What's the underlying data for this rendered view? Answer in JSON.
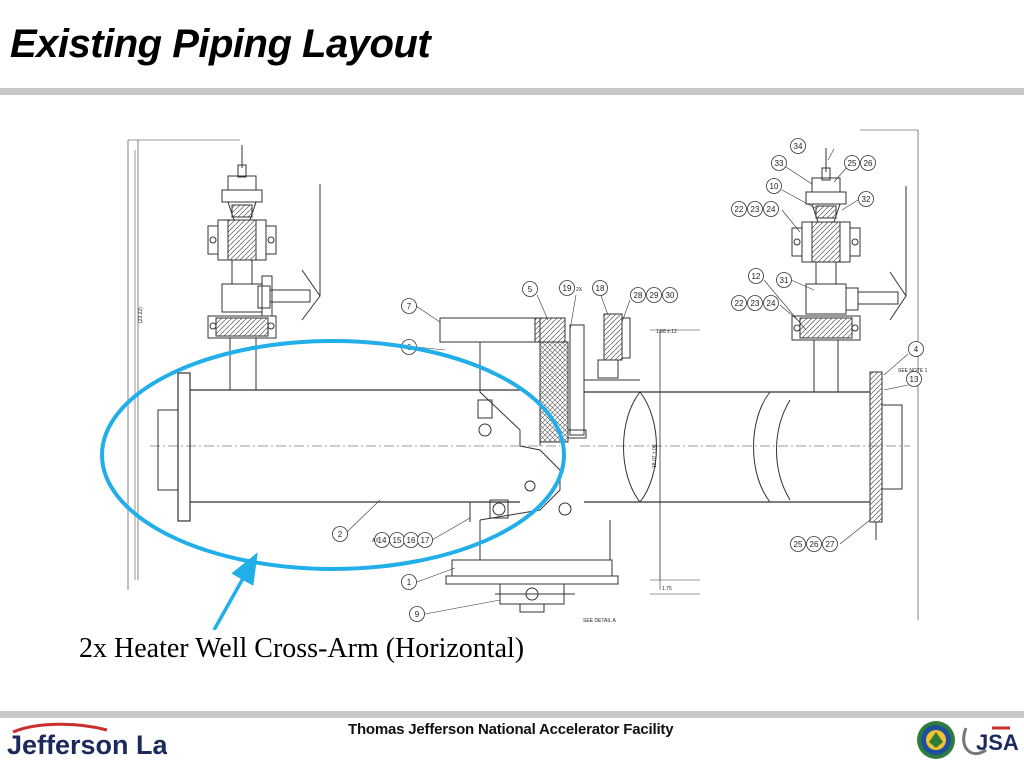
{
  "slide": {
    "title": "Existing Piping Layout",
    "caption": "2x Heater Well Cross-Arm (Horizontal)"
  },
  "footer": {
    "organization": "Thomas Jefferson National Accelerator Facility",
    "logo_text": "Jefferson Lab",
    "jsa_text": "JSA"
  },
  "drawing": {
    "balloons": {
      "b7": "7",
      "b6": "6",
      "b2": "2",
      "b1": "1",
      "b9": "9",
      "b5": "5",
      "b19": "19",
      "b18": "18",
      "b28": "28",
      "b29": "29",
      "b30": "30",
      "b4": "4",
      "b13": "13",
      "b34": "34",
      "b33": "33",
      "b25a": "25",
      "b26a": "26",
      "b10": "10",
      "b32": "32",
      "b22a": "22",
      "b23a": "23",
      "b24a": "24",
      "b12": "12",
      "b31": "31",
      "b22b": "22",
      "b23b": "23",
      "b24b": "24",
      "b14": "14",
      "b15": "15",
      "b16": "16",
      "b17": "17",
      "b25b": "25",
      "b26b": "26",
      "b27": "27"
    },
    "labels": {
      "ax": "AX",
      "see_note": "SEE NOTE 1",
      "see_detail": "SEE DETAIL A",
      "dim_left": "(23.22)",
      "dim_right_top": "1.98 ±.12",
      "dim_center": "18.07 ±.06",
      "dim_bottom": "1.75",
      "small_19": "2X"
    }
  },
  "colors": {
    "highlight": "#22aee8",
    "rule": "#c8c8c8",
    "linework": "#333333",
    "hatch": "#555555"
  }
}
